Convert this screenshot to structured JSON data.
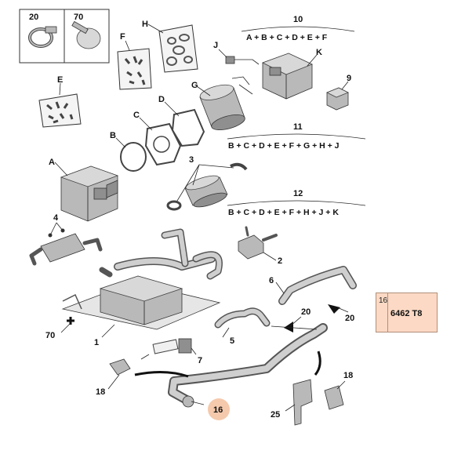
{
  "labels": {
    "c20_top": "20",
    "c70_top": "70",
    "h": "H",
    "f": "F",
    "e": "E",
    "j": "J",
    "k": "K",
    "g": "G",
    "n9": "9",
    "d": "D",
    "c": "C",
    "b": "B",
    "a": "A",
    "n3": "3",
    "n4": "4",
    "n2": "2",
    "n6": "6",
    "n20a": "20",
    "n20b": "20",
    "n5": "5",
    "n70": "70",
    "n1": "1",
    "n7": "7",
    "n18a": "18",
    "n18b": "18",
    "n25": "25",
    "n16": "16",
    "n10": "10",
    "n11": "11",
    "n12": "12"
  },
  "formulas": {
    "f10": "A + B + C + D + E + F",
    "f11": "B + C + D + E + F + G + H + J",
    "f12": "B + C + D + E + F + H + J + K"
  },
  "reference": {
    "number": "16",
    "code": "6462 T8"
  },
  "colors": {
    "highlight": "#fbd9c4",
    "highlight_border": "#b08f7a",
    "callout_16": "#f4c3a3"
  }
}
